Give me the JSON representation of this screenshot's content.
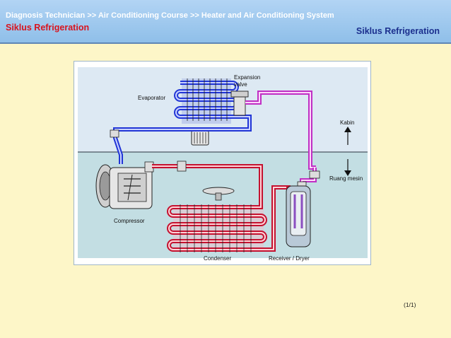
{
  "header": {
    "breadcrumb": "Diagnosis Technician >> Air Conditioning Course >> Heater and Air Conditioning System",
    "title_left": "Siklus Refrigeration",
    "title_right": "Siklus Refrigeration"
  },
  "diagram": {
    "labels": {
      "expansion_valve_line1": "Expansion",
      "expansion_valve_line2": "valve",
      "evaporator": "Evaporator",
      "kabin": "Kabin",
      "ruang_mesin": "Ruang mesin",
      "compressor": "Compressor",
      "condenser": "Condenser",
      "receiver_dryer": "Receiver / Dryer"
    },
    "colors": {
      "low_pressure_line": "#1a2ecf",
      "high_pressure_line": "#cc1f3a",
      "expansion_line": "#cc33cc",
      "cabin_bg": "#dce9f2",
      "engine_bg": "#c2dde2"
    }
  },
  "footer": {
    "page_counter": "(1/1)"
  }
}
